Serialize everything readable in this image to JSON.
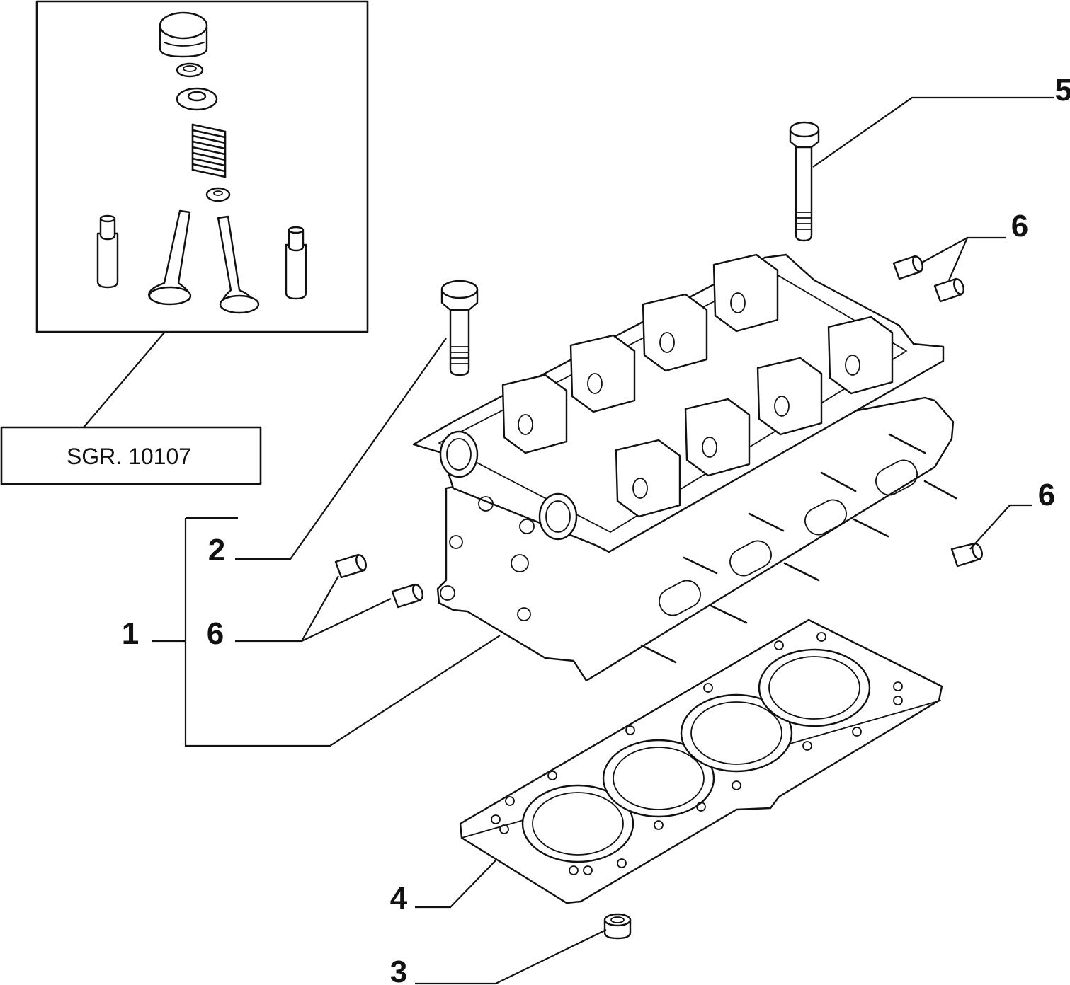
{
  "diagram": {
    "reference_box": {
      "label": "SGR. 10107"
    },
    "callouts": [
      {
        "id": "1",
        "text": "1"
      },
      {
        "id": "2",
        "text": "2"
      },
      {
        "id": "3",
        "text": "3"
      },
      {
        "id": "4",
        "text": "4"
      },
      {
        "id": "5",
        "text": "5"
      },
      {
        "id": "6a",
        "text": "6"
      },
      {
        "id": "6b",
        "text": "6"
      },
      {
        "id": "6c",
        "text": "6"
      }
    ]
  },
  "colors": {
    "ink": "#111111",
    "paper": "#ffffff"
  }
}
